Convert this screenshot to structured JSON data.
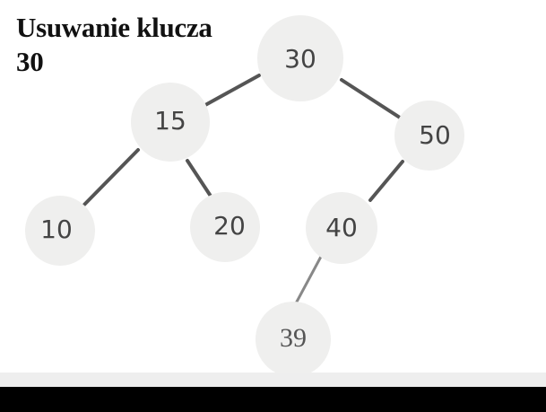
{
  "title": {
    "line1": "Usuwanie klucza",
    "line2": "30"
  },
  "colors": {
    "node_fill": "#efefee",
    "edge": "#555555",
    "label": "#444444",
    "footer_light": "#eeeeee",
    "footer_dark": "#000000"
  },
  "tree": {
    "nodes": [
      {
        "id": "n30",
        "label": "30"
      },
      {
        "id": "n15",
        "label": "15"
      },
      {
        "id": "n50",
        "label": "50"
      },
      {
        "id": "n10",
        "label": "10"
      },
      {
        "id": "n20",
        "label": "20"
      },
      {
        "id": "n40",
        "label": "40"
      },
      {
        "id": "n39",
        "label": "39"
      }
    ],
    "edges": [
      {
        "from": "n30",
        "to": "n15"
      },
      {
        "from": "n30",
        "to": "n50"
      },
      {
        "from": "n15",
        "to": "n10"
      },
      {
        "from": "n15",
        "to": "n20"
      },
      {
        "from": "n50",
        "to": "n40"
      },
      {
        "from": "n40",
        "to": "n39"
      }
    ]
  }
}
